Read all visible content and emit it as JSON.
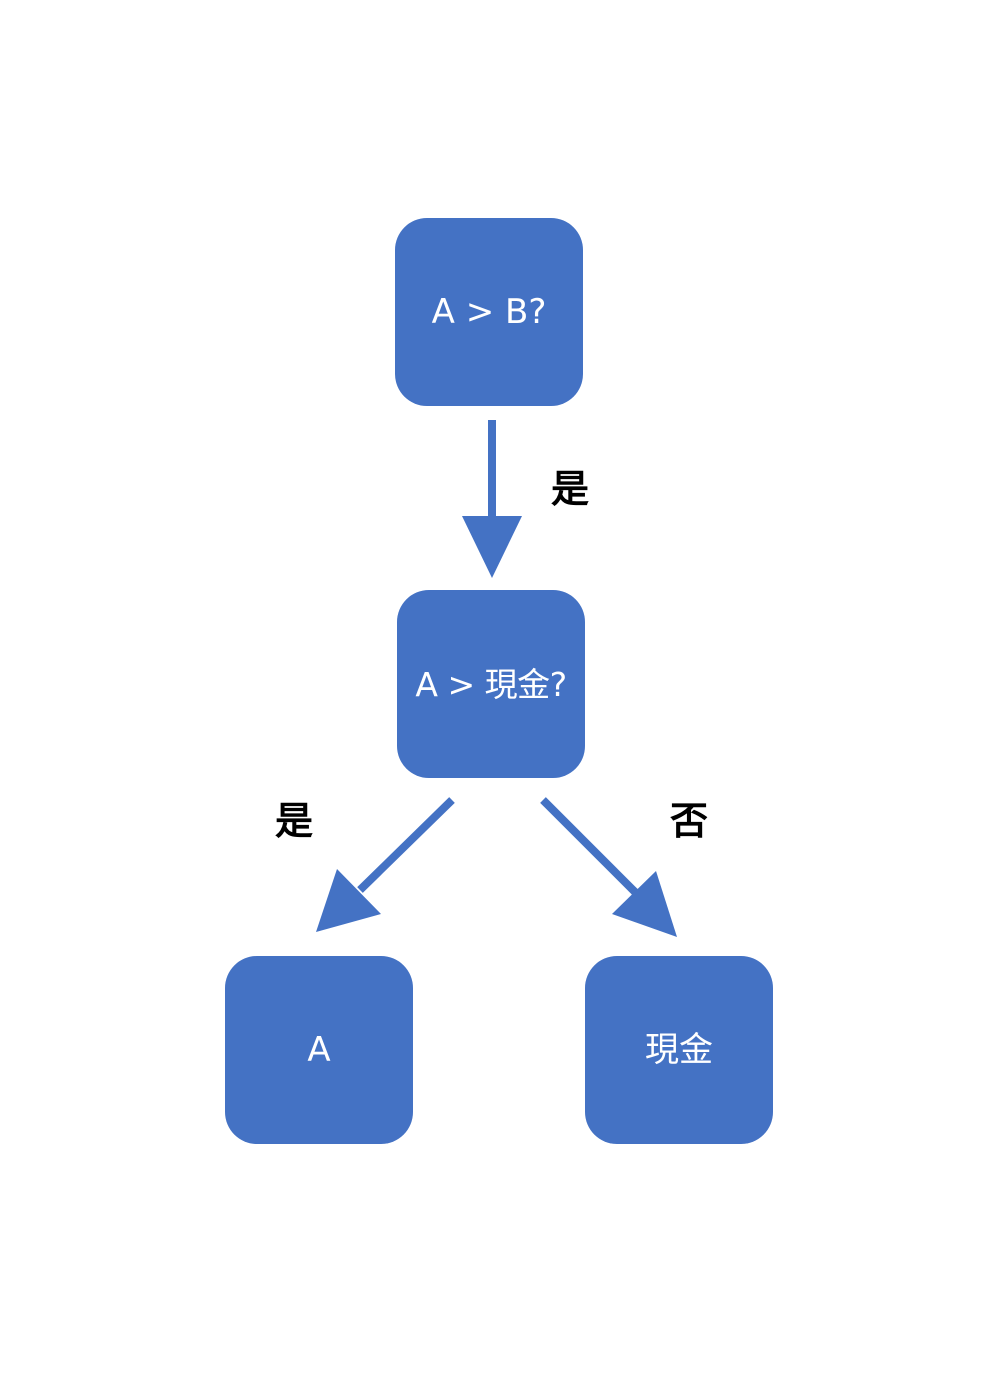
{
  "diagram": {
    "type": "decision-tree",
    "accent_color": "#4472c4",
    "nodes": {
      "root": "A > B?",
      "middle": "A > 現金?",
      "left_leaf": "A",
      "right_leaf": "現金"
    },
    "edges": {
      "root_to_middle": "是",
      "middle_to_left": "是",
      "middle_to_right": "否"
    }
  }
}
